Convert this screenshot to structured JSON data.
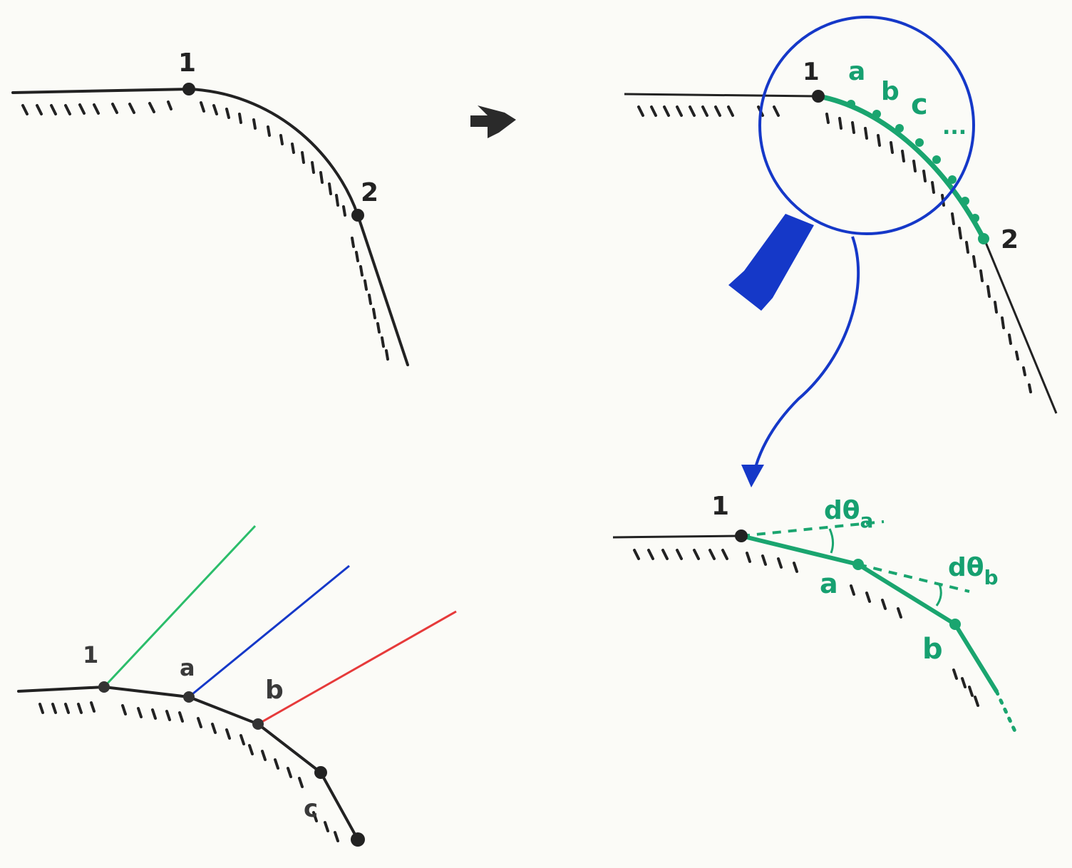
{
  "colors": {
    "ink": "#222222",
    "green": "#1aa56f",
    "blue": "#1538c8",
    "red": "#e63a3a",
    "paper": "#fbfbf7"
  },
  "panel_top_left": {
    "label_1": "1",
    "label_2": "2"
  },
  "arrow_icon": "right-arrow-icon",
  "panel_top_right": {
    "label_1": "1",
    "label_a": "a",
    "label_b": "b",
    "label_c": "c",
    "label_ellipsis": "...",
    "label_2": "2"
  },
  "panel_bottom_right": {
    "label_1": "1",
    "label_a": "a",
    "label_b": "b",
    "label_dtheta_a": "dθ",
    "label_dtheta_a_sub": "a",
    "label_dtheta_b": "dθ",
    "label_dtheta_b_sub": "b"
  },
  "panel_bottom_left": {
    "label_1": "1",
    "label_a": "a",
    "label_b": "b",
    "label_c": "c"
  }
}
